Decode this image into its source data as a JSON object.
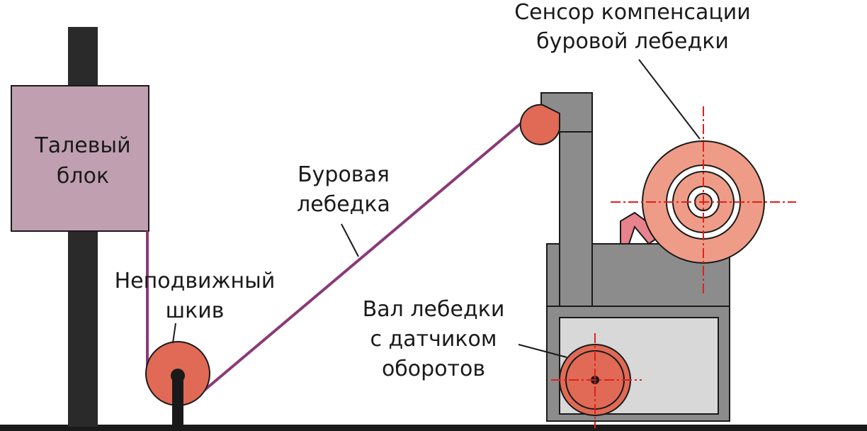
{
  "labels": {
    "hoist_block": [
      "Талевый",
      "блок"
    ],
    "fixed_sheave": [
      "Неподвижный",
      "шкив"
    ],
    "drawworks_line": [
      "Буровая",
      "лебедка"
    ],
    "drum_shaft": [
      "Вал лебедки",
      "с датчиком",
      "оборотов"
    ],
    "compensation_sensor": [
      "Сенсор компенсации",
      "буровой лебедки"
    ]
  },
  "colors": {
    "block_fill": "#c0a0b0",
    "cable": "#8a3a78",
    "wheel": "#e06a55",
    "wheel_light": "#ee9c88",
    "frame": "#8c8c8c",
    "frame_panel": "#d8d8d8",
    "centerline": "#e0201c",
    "post": "#2a2a2a"
  }
}
